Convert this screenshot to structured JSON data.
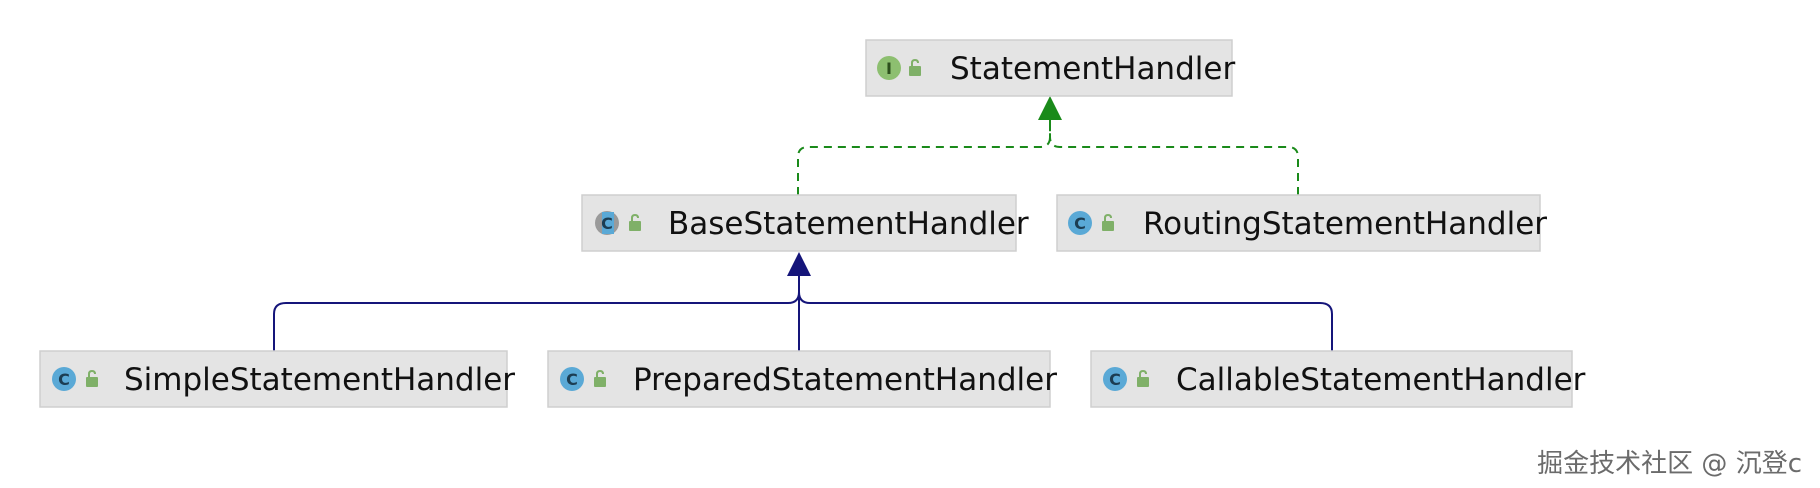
{
  "nodes": [
    {
      "id": "statement-handler",
      "label": "StatementHandler",
      "kind": "interface",
      "badge": "I",
      "badge_color": "#8dbf70",
      "lock_color": "#7fb068"
    },
    {
      "id": "base-statement-handler",
      "label": "BaseStatementHandler",
      "kind": "abstract-class",
      "badge": "C",
      "badge_color": "#9a9a9a",
      "lock_color": "#7fb068"
    },
    {
      "id": "routing-statement-handler",
      "label": "RoutingStatementHandler",
      "kind": "class",
      "badge": "C",
      "badge_color": "#5aa9d6",
      "lock_color": "#7fb068"
    },
    {
      "id": "simple-statement-handler",
      "label": "SimpleStatementHandler",
      "kind": "class",
      "badge": "C",
      "badge_color": "#5aa9d6",
      "lock_color": "#7fb068"
    },
    {
      "id": "prepared-statement-handler",
      "label": "PreparedStatementHandler",
      "kind": "class",
      "badge": "C",
      "badge_color": "#5aa9d6",
      "lock_color": "#7fb068"
    },
    {
      "id": "callable-statement-handler",
      "label": "CallableStatementHandler",
      "kind": "class",
      "badge": "C",
      "badge_color": "#5aa9d6",
      "lock_color": "#7fb068"
    }
  ],
  "edges": [
    {
      "from": "base-statement-handler",
      "to": "statement-handler",
      "type": "implements",
      "color": "#1a8a1a",
      "style": "dashed"
    },
    {
      "from": "routing-statement-handler",
      "to": "statement-handler",
      "type": "implements",
      "color": "#1a8a1a",
      "style": "dashed"
    },
    {
      "from": "simple-statement-handler",
      "to": "base-statement-handler",
      "type": "extends",
      "color": "#15157a",
      "style": "solid"
    },
    {
      "from": "prepared-statement-handler",
      "to": "base-statement-handler",
      "type": "extends",
      "color": "#15157a",
      "style": "solid"
    },
    {
      "from": "callable-statement-handler",
      "to": "base-statement-handler",
      "type": "extends",
      "color": "#15157a",
      "style": "solid"
    }
  ],
  "watermark": "掘金技术社区 @ 沉登c"
}
